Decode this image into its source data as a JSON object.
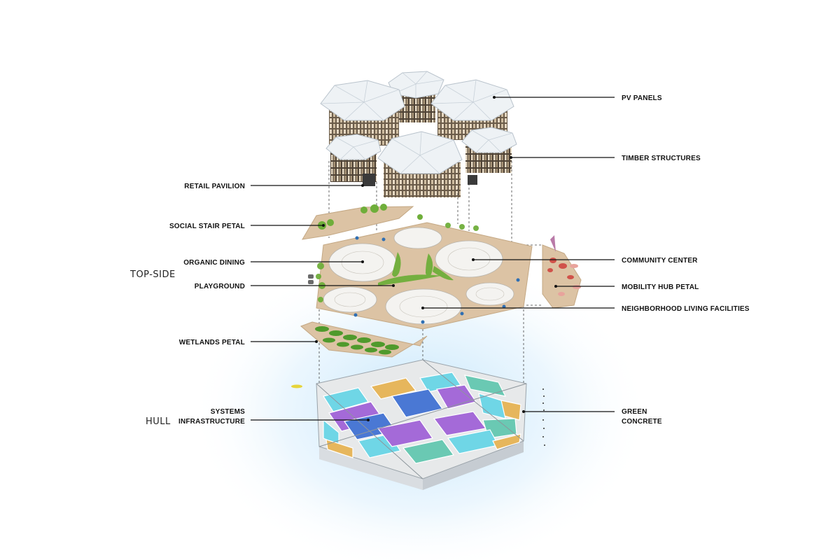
{
  "sections": {
    "topside": "TOP-SIDE",
    "hull": "HULL"
  },
  "labels": {
    "pv_panels": "PV PANELS",
    "timber_structures": "TIMBER STRUCTURES",
    "retail_pavilion": "RETAIL PAVILION",
    "social_stair_petal": "SOCIAL STAIR PETAL",
    "organic_dining": "ORGANIC DINING",
    "community_center": "COMMUNITY CENTER",
    "playground": "PLAYGROUND",
    "mobility_hub_petal": "MOBILITY HUB PETAL",
    "neighborhood_living": "NEIGHBORHOOD LIVING FACILITIES",
    "wetlands_petal": "WETLANDS PETAL",
    "systems_line1": "SYSTEMS",
    "systems_line2": "INFRASTRUCTURE",
    "green_line1": "GREEN",
    "green_line2": "CONCRETE"
  },
  "colors": {
    "deck": "#dcc3a4",
    "greenery": "#6fae3a",
    "roof": "#eef2f5",
    "timber": "#8a7a66",
    "hull_glow": "#bfe4fb",
    "cyan": "#6fd6e6",
    "purple": "#a46ad8",
    "blue": "#4a78d4",
    "teal": "#6ac9b3",
    "orange": "#e6b65c"
  }
}
